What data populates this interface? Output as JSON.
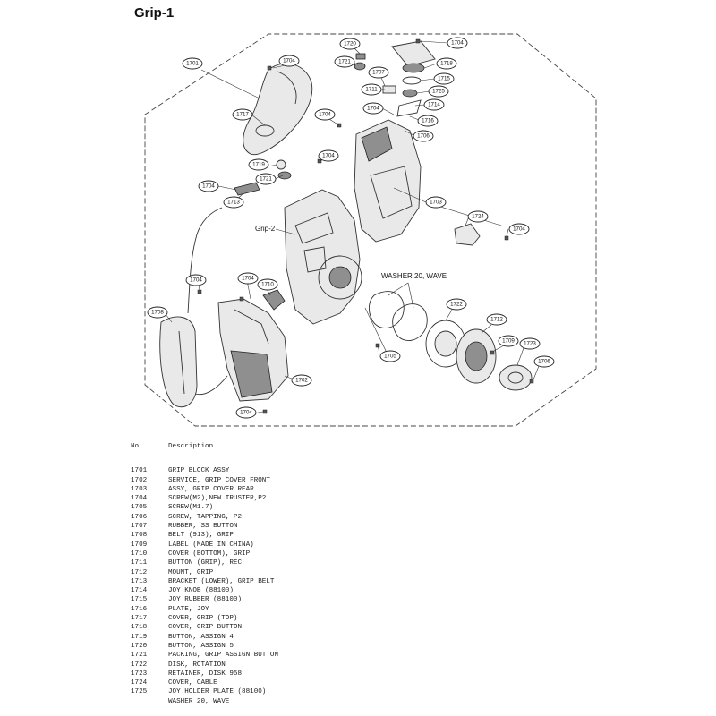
{
  "title": "Grip-1",
  "callouts": {
    "c1701": "1701",
    "c1702": "1702",
    "c1703": "1703",
    "c1704": "1704",
    "c1705": "1705",
    "c1706": "1706",
    "c1707": "1707",
    "c1708": "1708",
    "c1709": "1709",
    "c1710": "1710",
    "c1711": "1711",
    "c1712": "1712",
    "c1713": "1713",
    "c1714": "1714",
    "c1715": "1715",
    "c1716": "1716",
    "c1717": "1717",
    "c1718": "1718",
    "c1719": "1719",
    "c1720": "1720",
    "c1721": "1721",
    "c1722": "1722",
    "c1723": "1723",
    "c1724": "1724",
    "c1725": "1725"
  },
  "labels": {
    "grip2": "Grip-2",
    "washer": "WASHER 20, WAVE"
  },
  "table": {
    "header_no": "No.",
    "header_desc": "Description",
    "rows": [
      {
        "no": "1701",
        "desc": "GRIP BLOCK ASSY"
      },
      {
        "no": "1702",
        "desc": "SERVICE, GRIP COVER FRONT"
      },
      {
        "no": "1703",
        "desc": "ASSY, GRIP COVER REAR"
      },
      {
        "no": "1704",
        "desc": "SCREW(M2),NEW TRUSTER,P2"
      },
      {
        "no": "1705",
        "desc": "SCREW(M1.7)"
      },
      {
        "no": "1706",
        "desc": "SCREW, TAPPING, P2"
      },
      {
        "no": "1707",
        "desc": "RUBBER, SS BUTTON"
      },
      {
        "no": "1708",
        "desc": "BELT (913), GRIP"
      },
      {
        "no": "1709",
        "desc": "LABEL (MADE IN CHINA)"
      },
      {
        "no": "1710",
        "desc": "COVER (BOTTOM), GRIP"
      },
      {
        "no": "1711",
        "desc": "BUTTON (GRIP), REC"
      },
      {
        "no": "1712",
        "desc": "MOUNT, GRIP"
      },
      {
        "no": "1713",
        "desc": "BRACKET (LOWER), GRIP BELT"
      },
      {
        "no": "1714",
        "desc": "JOY KNOB (88100)"
      },
      {
        "no": "1715",
        "desc": "JOY RUBBER (88100)"
      },
      {
        "no": "1716",
        "desc": "PLATE, JOY"
      },
      {
        "no": "1717",
        "desc": "COVER, GRIP (TOP)"
      },
      {
        "no": "1718",
        "desc": "COVER, GRIP BUTTON"
      },
      {
        "no": "1719",
        "desc": "BUTTON, ASSIGN 4"
      },
      {
        "no": "1720",
        "desc": "BUTTON, ASSIGN 5"
      },
      {
        "no": "1721",
        "desc": "PACKING, GRIP ASSIGN BUTTON"
      },
      {
        "no": "1722",
        "desc": "DISK, ROTATION"
      },
      {
        "no": "1723",
        "desc": "RETAINER, DISK 958"
      },
      {
        "no": "1724",
        "desc": "COVER, CABLE"
      },
      {
        "no": "1725",
        "desc": "JOY HOLDER PLATE (88100)"
      },
      {
        "no": "",
        "desc": "WASHER 20, WAVE"
      }
    ]
  }
}
